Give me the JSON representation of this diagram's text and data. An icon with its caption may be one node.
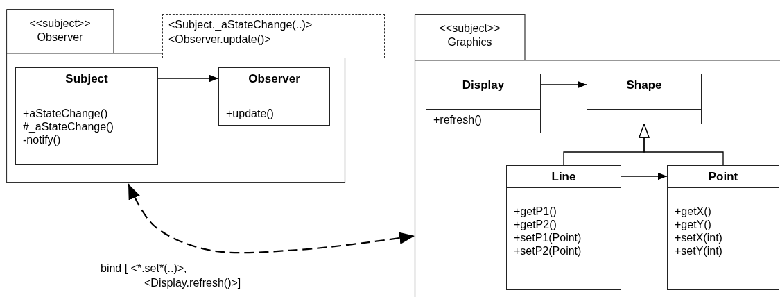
{
  "diagram": {
    "nodes": [
      {
        "text": [
          "<<subject>> Observer"
        ]
      },
      {
        "text": [
          "<Subject._aStateChange(..)>",
          "<Observer.update()>"
        ]
      },
      {
        "text": [
          "Subject",
          "+aStateChange()",
          "#_aStateChange()",
          "-notify()"
        ],
        "in": 0
      },
      {
        "text": [
          "Observer",
          "+update()"
        ],
        "in": 0
      },
      {
        "text": [
          "<<subject>> Graphics"
        ]
      },
      {
        "text": [
          "Display",
          "+refresh()"
        ],
        "in": 4
      },
      {
        "text": [
          "Shape"
        ],
        "in": 4
      },
      {
        "text": [
          "Line",
          "+getP1()",
          "+getP2()",
          "+setP1(Point)",
          "+setP2(Point)"
        ],
        "in": 4
      },
      {
        "text": [
          "Point",
          "+getX()",
          "+getY()",
          "+setX(int)",
          "+setY(int)"
        ],
        "in": 4
      }
    ],
    "edges": [
      {
        "from": 2,
        "to": 3,
        "arrow": "to"
      },
      {
        "from": 5,
        "to": 6,
        "arrow": "to"
      },
      {
        "from": 7,
        "to": 8,
        "arrow": "to"
      },
      {
        "from": 7,
        "to": 6,
        "arrow": "to"
      },
      {
        "from": 8,
        "to": 6,
        "arrow": "to"
      },
      {
        "from": 0,
        "to": 4,
        "arrow": "both",
        "style": "dashed",
        "label": "bind [ <*.set*(..)>, <Display.refresh()>]"
      }
    ]
  }
}
